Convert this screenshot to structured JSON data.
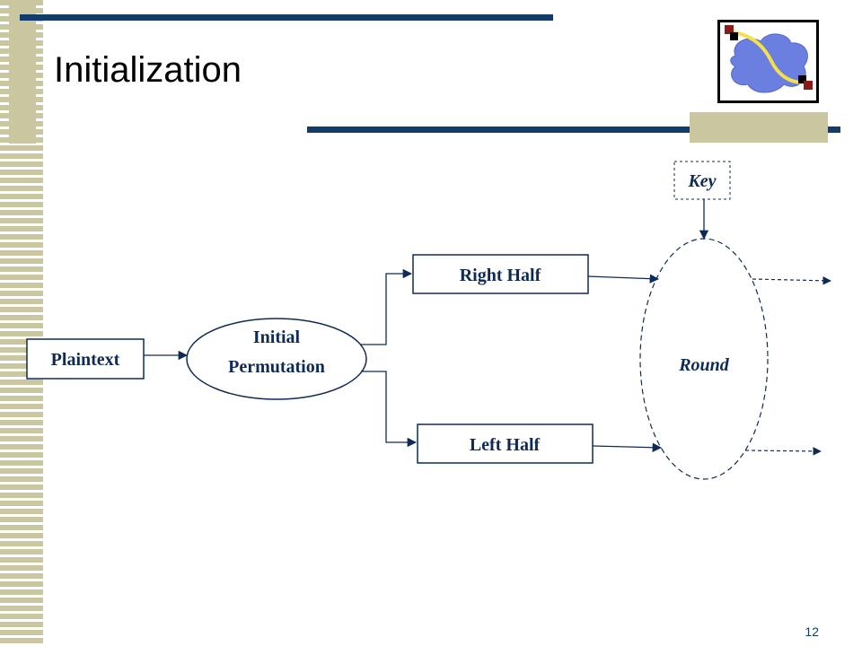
{
  "slide": {
    "title": "Initialization",
    "page_number": "12"
  },
  "diagram": {
    "nodes": {
      "plaintext": "Plaintext",
      "initial_permutation_line1": "Initial",
      "initial_permutation_line2": "Permutation",
      "right_half": "Right Half",
      "left_half": "Left Half",
      "key": "Key",
      "round": "Round"
    }
  },
  "colors": {
    "navy": "#123d6a",
    "tan": "#c9c6a0",
    "text": "#0f2b55",
    "logo_cloud": "#6b7fe0",
    "logo_path": "#f4e04a",
    "logo_marker": "#8b1a1a"
  }
}
